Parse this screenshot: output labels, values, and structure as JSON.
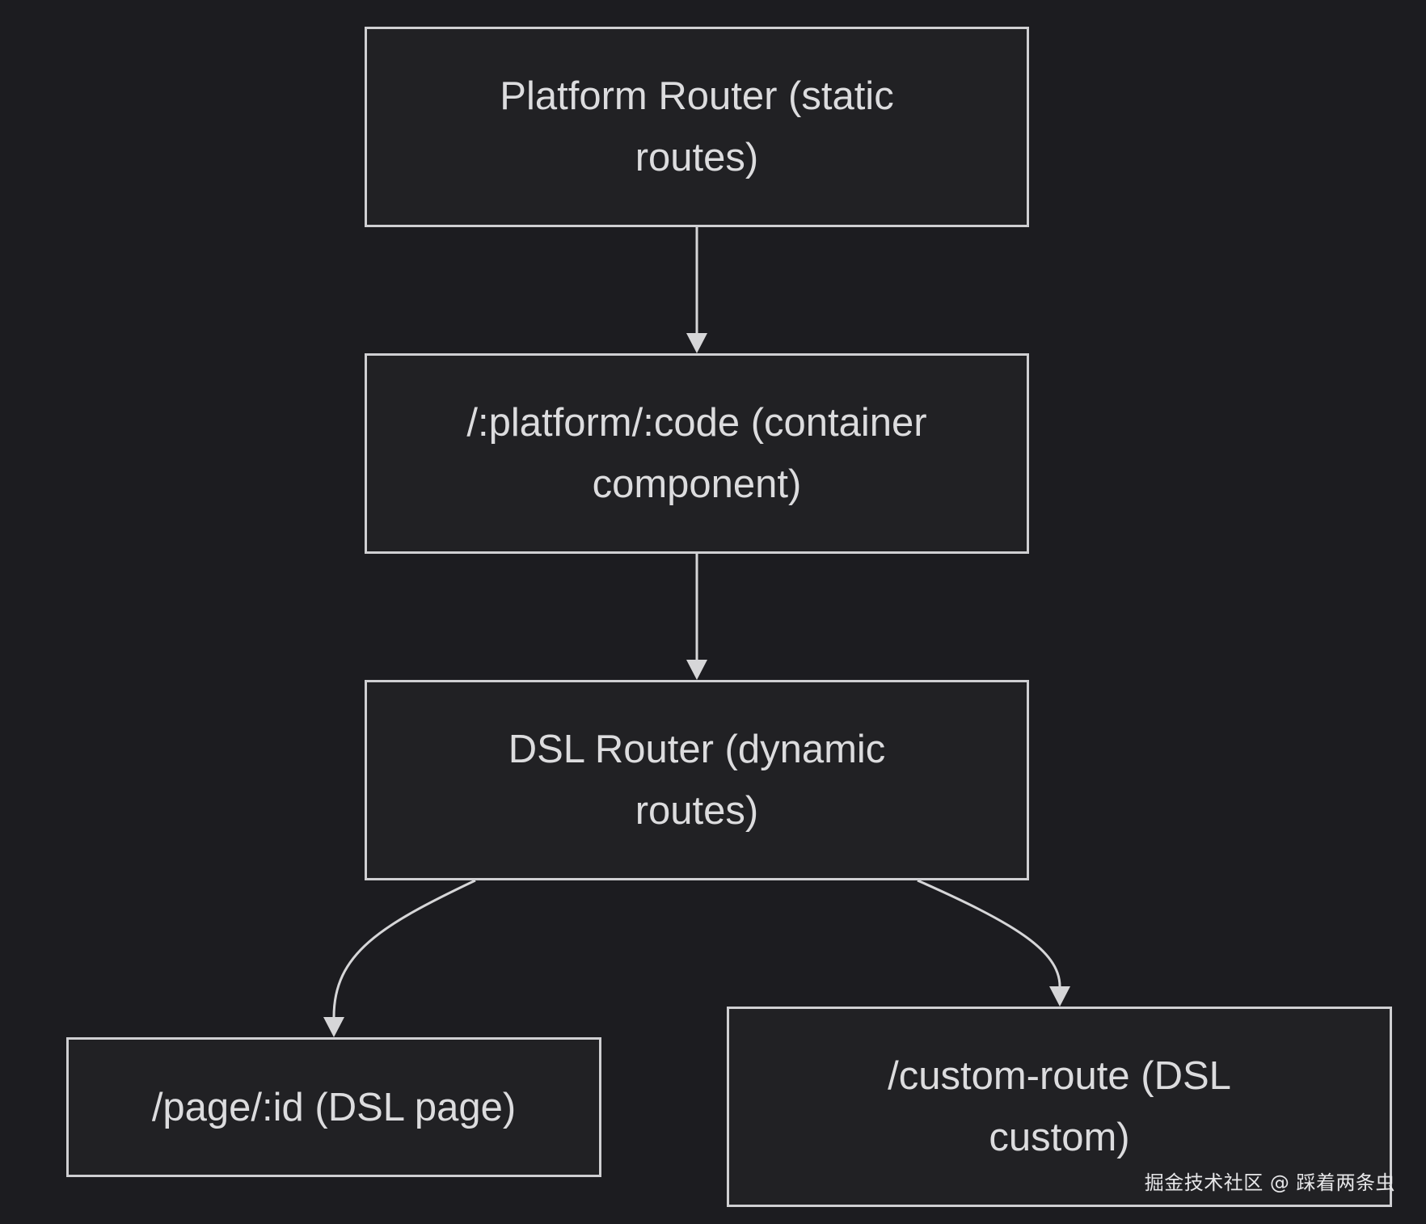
{
  "diagram": {
    "nodes": [
      {
        "id": "platform-router",
        "label": "Platform Router (static routes)"
      },
      {
        "id": "platform-code",
        "label": "/:platform/:code (container component)"
      },
      {
        "id": "dsl-router",
        "label": "DSL Router (dynamic routes)"
      },
      {
        "id": "page-id",
        "label": "/page/:id (DSL page)"
      },
      {
        "id": "custom-route",
        "label": "/custom-route (DSL custom)"
      }
    ],
    "edges": [
      {
        "from": "platform-router",
        "to": "platform-code"
      },
      {
        "from": "platform-code",
        "to": "dsl-router"
      },
      {
        "from": "dsl-router",
        "to": "page-id"
      },
      {
        "from": "dsl-router",
        "to": "custom-route"
      }
    ],
    "colors": {
      "background": "#1c1c20",
      "node_fill": "#212124",
      "node_stroke": "#cfcfd2",
      "edge": "#d6d6d8",
      "text": "#dcdcde"
    }
  },
  "watermark": "掘金技术社区 @ 踩着两条虫"
}
